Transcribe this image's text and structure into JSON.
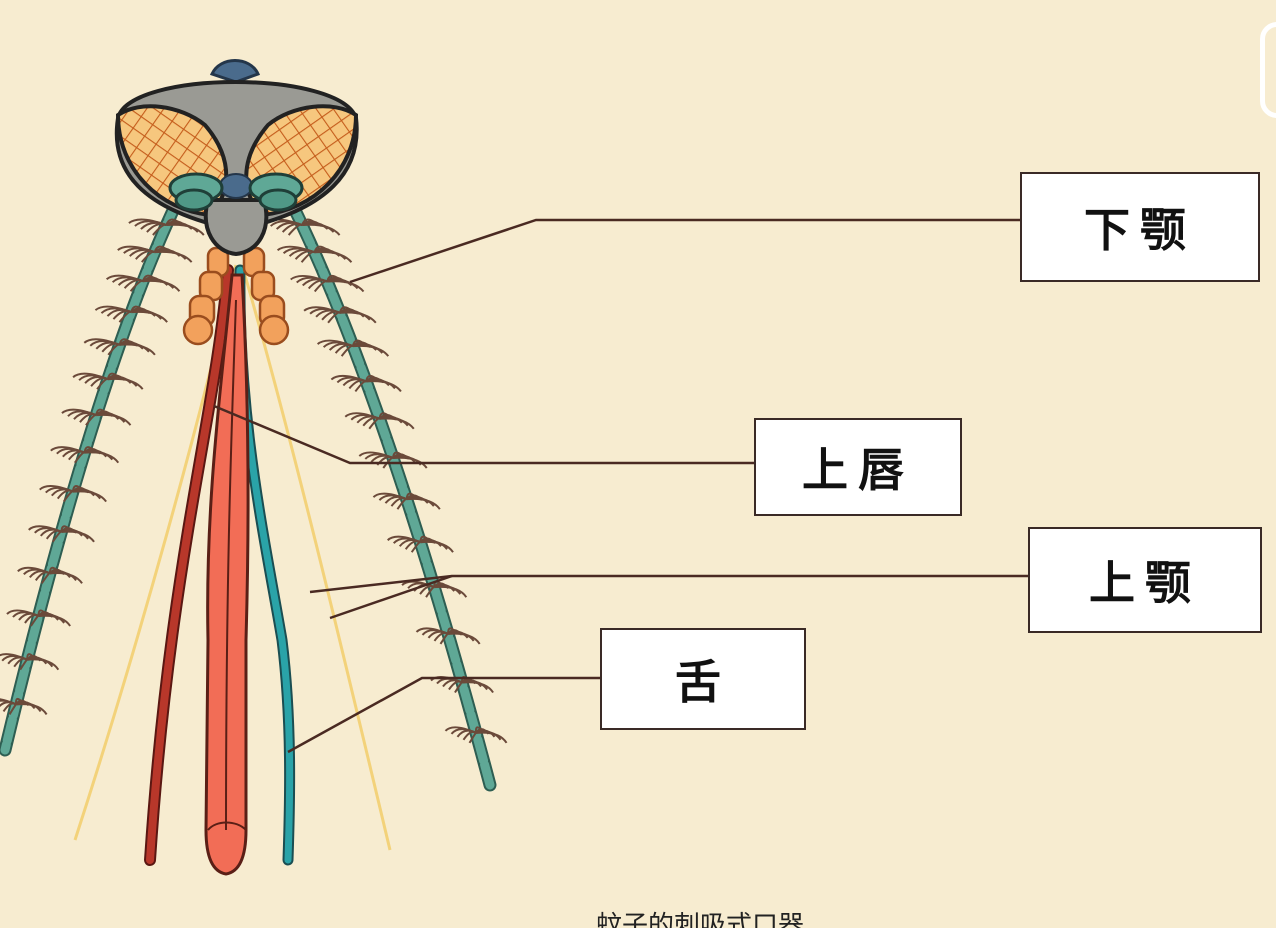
{
  "labels": {
    "maxilla": "下颚",
    "labrum": "上唇",
    "mandible": "上颚",
    "tongue": "舌"
  },
  "subtitle": "蚊子的刺吸式口器",
  "colors": {
    "background": "#f7ecd0",
    "leader_line": "#4a2a22",
    "antenna": "#5fa896",
    "compound_eye": "#e08a3c",
    "head": "#9a9a94",
    "labrum": "#b8372a",
    "maxilla": "#2aa3a8",
    "tongue": "#f26d56",
    "mandible": "#f3d27a",
    "palp": "#f2a15c"
  },
  "icons": {
    "diagram": "mosquito-mouthparts-illustration"
  }
}
